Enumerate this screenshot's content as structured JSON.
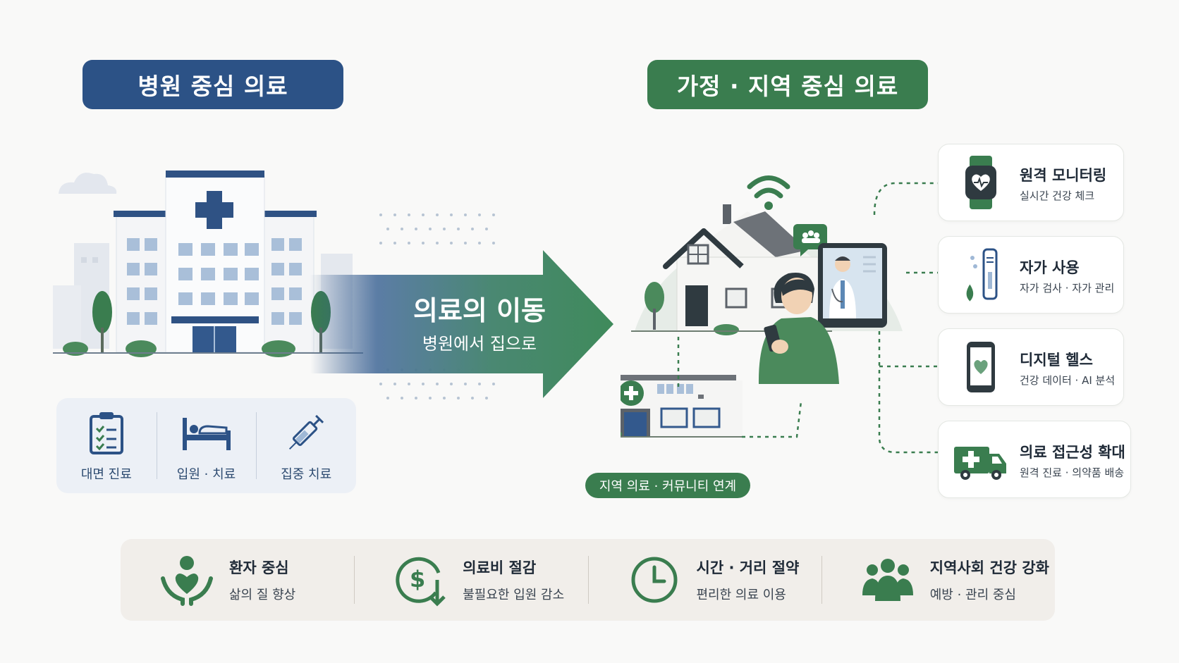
{
  "left_title": "병원 중심 의료",
  "right_title": "가정 · 지역 중심 의료",
  "hospital_services": [
    {
      "label": "대면 진료",
      "icon": "clipboard-icon"
    },
    {
      "label": "입원 · 치료",
      "icon": "hospital-bed-icon"
    },
    {
      "label": "집중 치료",
      "icon": "syringe-icon"
    }
  ],
  "arrow": {
    "title": "의료의 이동",
    "subtitle": "병원에서 집으로"
  },
  "features": [
    {
      "title": "원격 모니터링",
      "subtitle": "실시간 건강 체크",
      "icon": "smartwatch-icon"
    },
    {
      "title": "자가 사용",
      "subtitle": "자가 검사 · 자가 관리",
      "icon": "test-kit-icon"
    },
    {
      "title": "디지털 헬스",
      "subtitle": "건강 데이터 · AI 분석",
      "icon": "smartphone-heart-icon"
    },
    {
      "title": "의료 접근성 확대",
      "subtitle": "원격 진료 · 의약품 배송",
      "icon": "ambulance-icon"
    }
  ],
  "community_label": "지역 의료 · 커뮤니티 연계",
  "benefits": [
    {
      "title": "환자 중심",
      "subtitle": "삶의 질 향상",
      "icon": "patient-care-icon"
    },
    {
      "title": "의료비 절감",
      "subtitle": "불필요한 입원 감소",
      "icon": "cost-down-icon"
    },
    {
      "title": "시간 · 거리 절약",
      "subtitle": "편리한 의료 이용",
      "icon": "clock-icon"
    },
    {
      "title": "지역사회 건강 강화",
      "subtitle": "예방 · 관리 중심",
      "icon": "community-icon"
    }
  ],
  "colors": {
    "hospital_blue": "#2c5286",
    "home_green": "#3a7d4f",
    "benefit_bg": "#f1eeea"
  }
}
